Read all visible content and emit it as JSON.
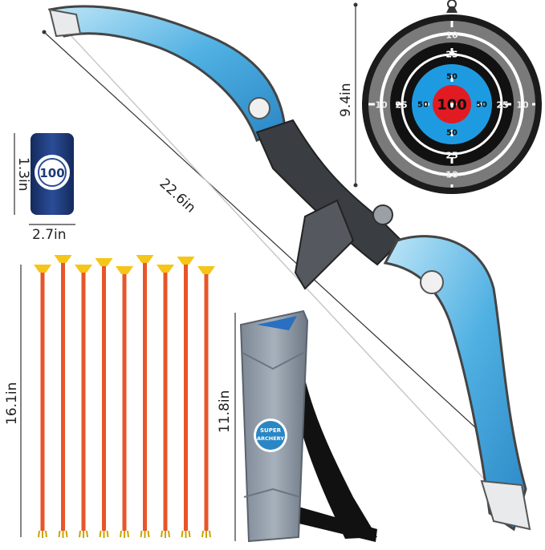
{
  "dimensions": {
    "bow_length": "22.6in",
    "target_diameter": "9.4in",
    "can_height": "1.3in",
    "can_width": "2.7in",
    "arrow_length": "16.1in",
    "quiver_length": "11.8in"
  },
  "target": {
    "center_score": "100",
    "ring_blue_score": "50",
    "ring_black_score": "25",
    "ring_gray_score": "10",
    "colors": {
      "center": "#e21b23",
      "blue": "#1e9be0",
      "black": "#111111",
      "gray": "#7a7a7a"
    }
  },
  "can": {
    "label": "100",
    "color": "#1d3a78"
  },
  "quiver": {
    "logo_line1": "SUPER",
    "logo_line2": "ARCHERY",
    "color": "#8d99a6"
  },
  "arrows": {
    "count": 9,
    "shaft_color": "#e8552a",
    "tip_color": "#f5c518"
  },
  "bow": {
    "limb_color": "#5bb8e6",
    "riser_color": "#3a3d42"
  }
}
